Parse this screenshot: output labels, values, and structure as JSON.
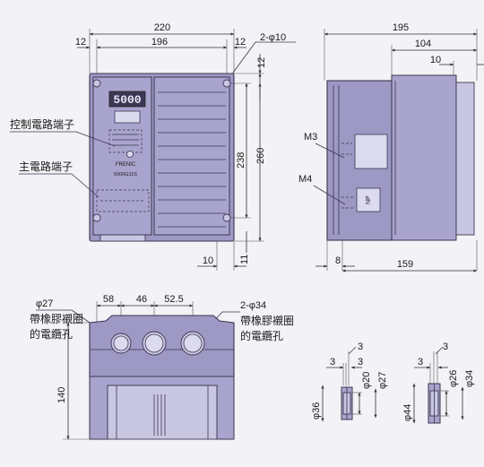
{
  "front_view": {
    "dims": {
      "overall_width": "220",
      "inner_width": "196",
      "left_margin": "12",
      "right_margin": "12",
      "mount_holes": "2-φ10",
      "top_offset": "12",
      "hole_pitch_height": "238",
      "overall_height": "260",
      "bottom_offset": "11",
      "bottom_width": "10"
    },
    "labels": {
      "control_terminal": "控制電路端子",
      "main_terminal": "主電路端子"
    },
    "display_digits": "5000",
    "nameplate_brand": "FRENIC",
    "nameplate_model": "5000G11S"
  },
  "side_view": {
    "dims": {
      "overall_depth": "195",
      "depth_104": "104",
      "depth_10": "10",
      "bottom_8": "8",
      "bottom_159": "159"
    },
    "labels": {
      "m3": "M3",
      "m4": "M4",
      "np": "NP"
    }
  },
  "bottom_view": {
    "dims": {
      "hole_small_dia": "φ27",
      "d58": "58",
      "d46": "46",
      "d52_5": "52.5",
      "hole_large": "2-φ34",
      "height_140": "140"
    },
    "labels": {
      "grommet_left_1": "帶橡膠襯圈",
      "grommet_left_2": "的電纜孔",
      "grommet_right_1": "帶橡膠襯圈",
      "grommet_right_2": "的電纜孔"
    }
  },
  "grommet_1": {
    "dims": {
      "t1": "3",
      "t2": "3",
      "t3": "3",
      "d20": "φ20",
      "d27": "φ27",
      "d36": "φ36"
    }
  },
  "grommet_2": {
    "dims": {
      "t1": "3",
      "t2": "3",
      "d26": "φ26",
      "d34": "φ34",
      "d44": "φ44"
    }
  }
}
